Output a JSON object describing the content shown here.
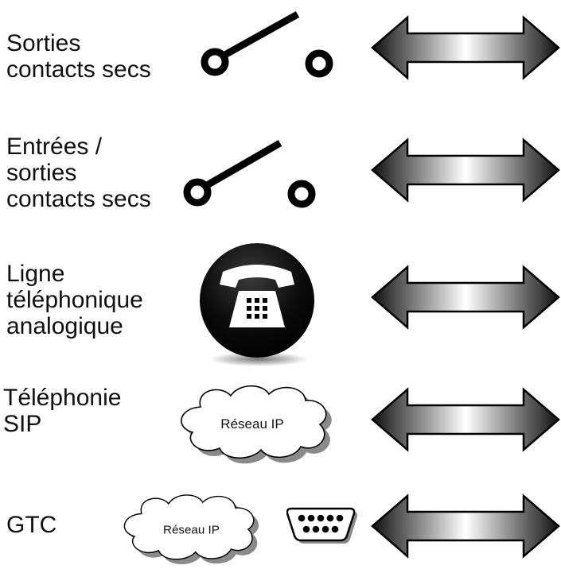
{
  "rows": [
    {
      "label_lines": [
        "Sorties",
        "contacts secs"
      ],
      "icon": "switch-contact-icon"
    },
    {
      "label_lines": [
        "Entrées /",
        "sorties",
        "contacts secs"
      ],
      "icon": "switch-contact-icon"
    },
    {
      "label_lines": [
        "Ligne",
        "téléphonique",
        "analogique"
      ],
      "icon": "telephone-icon"
    },
    {
      "label_lines": [
        "Téléphonie",
        "SIP"
      ],
      "icon": "cloud-network-icon",
      "cloud_label": "Réseau IP"
    },
    {
      "label_lines": [
        "GTC"
      ],
      "icon": "cloud-network-icon",
      "cloud_label": "Réseau IP",
      "extra_icon": "serial-port-icon"
    }
  ],
  "colors": {
    "arrow_dark": "#1a1a1a",
    "arrow_light": "#ffffff",
    "icon_black": "#000000",
    "cloud_fill": "#ffffff",
    "cloud_shadow": "#8a8a8a"
  }
}
